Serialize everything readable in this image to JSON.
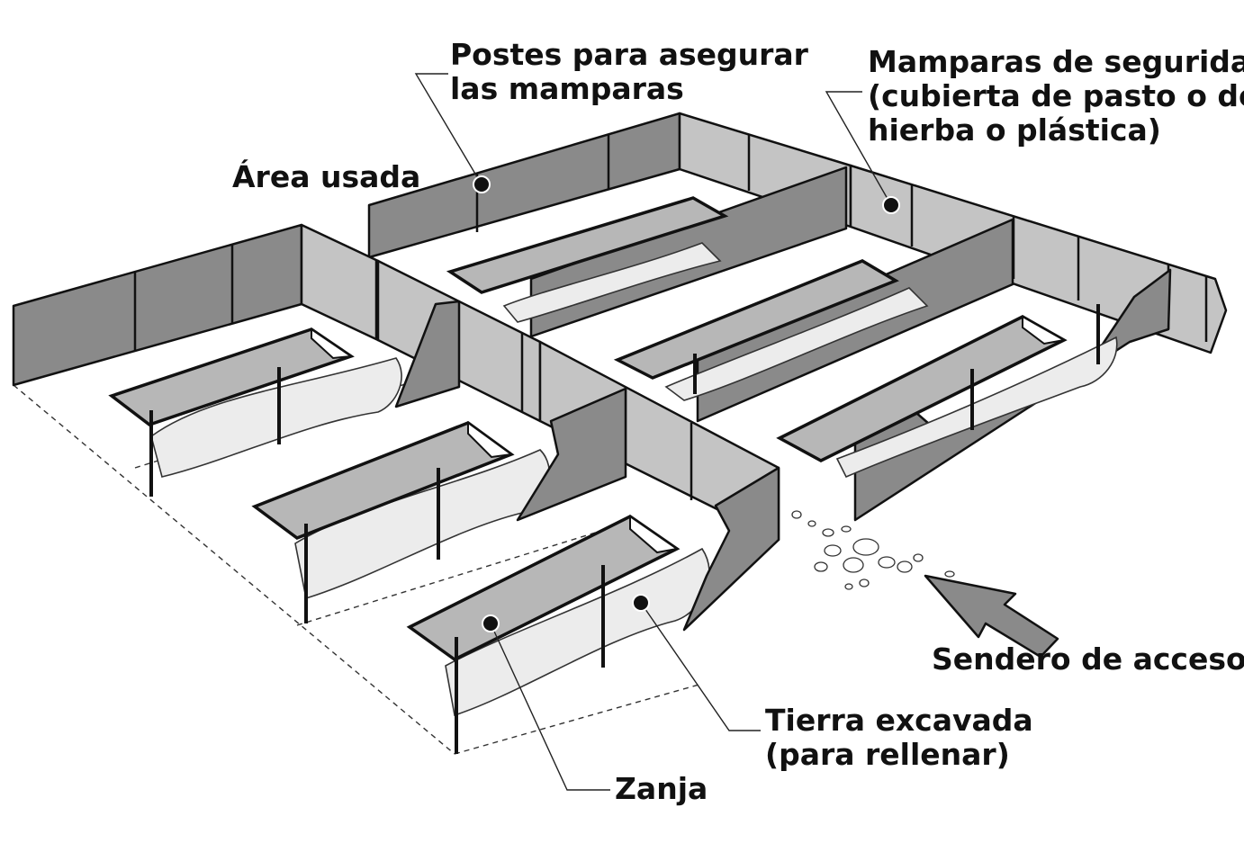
{
  "labels": {
    "postes": "Postes para asegurar\nlas mamparas",
    "mamparas": "Mamparas de seguridad\n(cubierta de pasto o de\nhierba o plástica)",
    "area_usada": "Área usada",
    "sendero": "Sendero de acceso",
    "tierra": "Tierra excavada\n(para rellenar)",
    "zanja": "Zanja"
  },
  "colors": {
    "screen_dark": "#8a8a8a",
    "screen_light": "#c4c4c4",
    "trench": "#b7b7b7",
    "soil": "#ececec",
    "ink": "#111111"
  }
}
